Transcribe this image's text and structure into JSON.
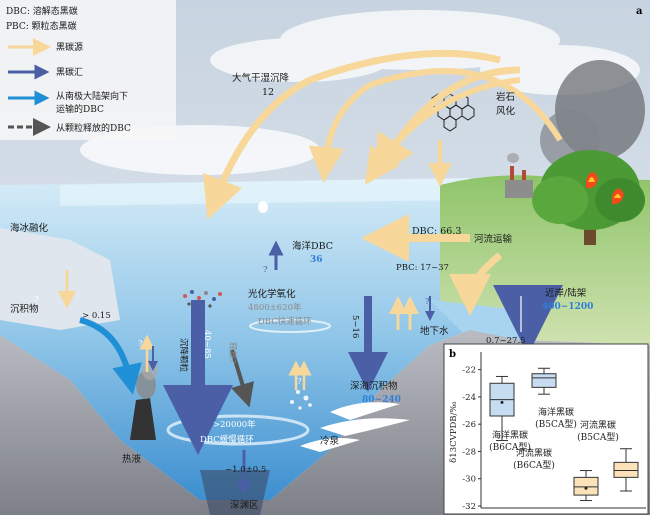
{
  "panel_labels": {
    "a": "a",
    "b": "b"
  },
  "legend": {
    "dbc_def": "DBC: 溶解态黑碳",
    "pbc_def": "PBC: 颗粒态黑碳",
    "source": "黑碳源",
    "sink": "黑碳汇",
    "antarctic": "从南极大陆架向下",
    "antarctic2": "运输的DBC",
    "particle": "从颗粒释放的DBC"
  },
  "labels": {
    "atmos": "大气干湿沉降",
    "atmos_val": "12",
    "rock1": "岩石",
    "rock2": "风化",
    "river_dbc": "DBC: 66.3",
    "river_transport": "河流运输",
    "river_pbc": "PBC: 17~37",
    "sea_ice": "海冰融化",
    "ocean_dbc": "海洋DBC",
    "ocean_dbc_val": "36",
    "photo": "光化学氧化",
    "photo_val": "4800±620年",
    "fast_cycle": "DBC快速循环",
    "sediment": "沉积物",
    "gt015": "> 0.15",
    "q1": "?",
    "q2": "?",
    "q3": "?",
    "q4": "?",
    "q5": "?",
    "settling": "沉降颗粒",
    "range_40_85": "40~85",
    "release": "释放?",
    "range_5_16": "5~16",
    "deep_sed": "深海沉积物",
    "deep_sed_val": "80~240",
    "slow_age": ">20000年",
    "slow_cycle": "DBC缓慢循环",
    "abyss_val": "~1.0±0.5",
    "abyss": "深渊区",
    "hydrothermal": "热液",
    "cold_seep": "冷泉",
    "groundwater": "地下水",
    "coastal": "近岸/陆架",
    "coastal_val": "400~1200",
    "shelf_range": "0.7~27.5"
  },
  "colors": {
    "source_arrow": "#f8d79a",
    "sink_arrow": "#4a5fa6",
    "antarctic_arrow": "#1f8fd6",
    "particle_arrow": "#555555",
    "num_blue": "#2f7fd8"
  },
  "chart_data": {
    "type": "boxplot",
    "ylabel": "δ13CVPDB/‰",
    "ylim": [
      -32,
      -21
    ],
    "yticks": [
      -22,
      -24,
      -26,
      -28,
      -30,
      -32
    ],
    "boxes": [
      {
        "label": "海洋黑碳",
        "label2": "(B6CA型)",
        "min": -27.2,
        "q1": -25.4,
        "median": -24.2,
        "q3": -23.0,
        "max": -22.5,
        "mean": -24.4,
        "color": "#c6dcf0"
      },
      {
        "label": "海洋黑碳",
        "label2": "(B5CA型)",
        "min": -23.8,
        "q1": -23.3,
        "median": -22.6,
        "q3": -22.3,
        "max": -21.9,
        "color": "#c6dcf0"
      },
      {
        "label": "河流黑碳",
        "label2": "(B6CA型)",
        "min": -31.6,
        "q1": -31.2,
        "median": -30.6,
        "q3": -29.9,
        "max": -29.4,
        "mean": -30.7,
        "color": "#fce2b8"
      },
      {
        "label": "河流黑碳",
        "label2": "(B5CA型)",
        "min": -30.9,
        "q1": -29.9,
        "median": -29.4,
        "q3": -28.8,
        "max": -27.8,
        "color": "#fce2b8"
      }
    ]
  }
}
